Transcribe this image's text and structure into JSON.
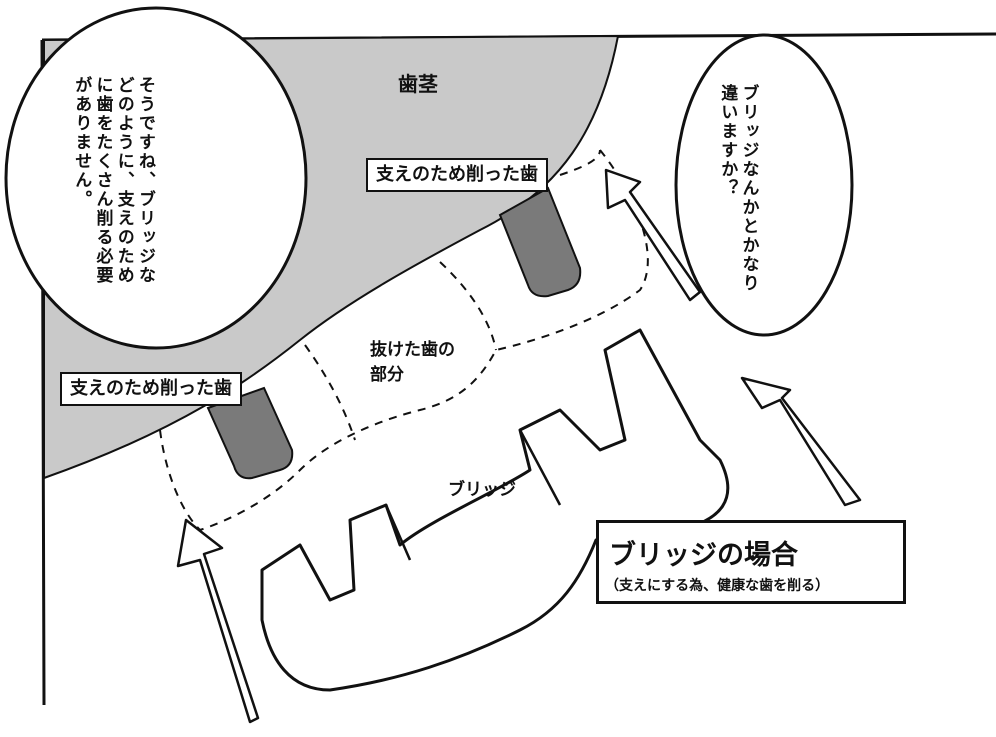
{
  "labels": {
    "gum": "歯茎",
    "cut_tooth": "支えのため削った歯",
    "missing_tooth": "抜けた歯の部分",
    "bridge": "ブリッジ"
  },
  "speech_left": "そうですね、ブリッジなどのように、支えのために歯をたくさん削る必要がありません。",
  "speech_right": "ブリッジなんかとかなり違いますか？",
  "caption": {
    "title": "ブリッジの場合",
    "subtitle": "（支えにする為、健康な歯を削る）"
  },
  "colors": {
    "gum": "#c9c9c9",
    "tooth_stub": "#7a7a7a",
    "ink": "#111111"
  }
}
